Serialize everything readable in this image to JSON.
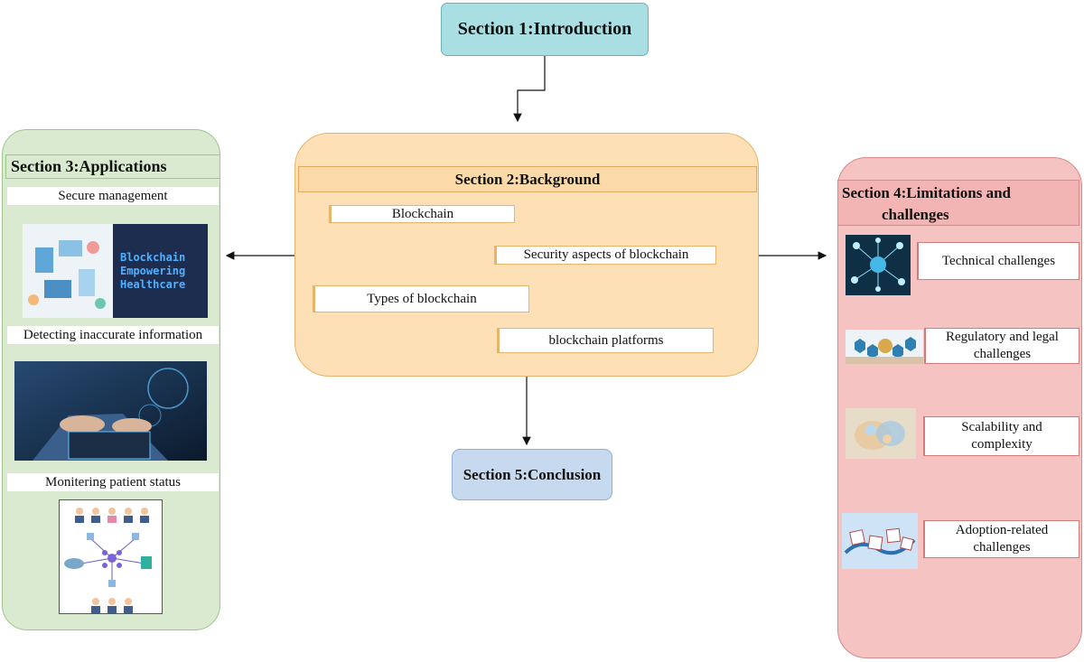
{
  "section1": {
    "title": "Section 1:Introduction"
  },
  "section2": {
    "title": "Section 2:Background",
    "items": [
      "Blockchain",
      "Security aspects of blockchain",
      "Types of blockchain",
      "blockchain platforms"
    ]
  },
  "section3": {
    "title": "Section  3:Applications",
    "items": [
      {
        "label": "Secure management",
        "image": "blockchain-healthcare-banner"
      },
      {
        "label": "Detecting inaccurate information",
        "image": "doctor-with-tablet-photo"
      },
      {
        "label": "Monitering patient status",
        "image": "patient-network-diagram"
      }
    ],
    "image_text": {
      "line1": "Blockchain",
      "line2": "Empowering",
      "line3": "Healthcare"
    }
  },
  "section4": {
    "title_line1": "Section 4:Limitations and",
    "title_line2": "challenges",
    "items": [
      {
        "label": "Technical challenges",
        "icon": "network-node-icon"
      },
      {
        "label": "Regulatory and legal challenges",
        "icon": "hexagon-icons-strip"
      },
      {
        "label": "Scalability and complexity",
        "icon": "blurred-hands-image"
      },
      {
        "label": "Adoption-related challenges",
        "icon": "blocks-chain-image"
      }
    ]
  },
  "section5": {
    "title": "Section 5:Conclusion"
  },
  "colors": {
    "intro": "#a9dfe3",
    "background": "#fde0b6",
    "applications": "#d9ead0",
    "limitations": "#f6c3c3",
    "conclusion": "#c7d9ef"
  }
}
